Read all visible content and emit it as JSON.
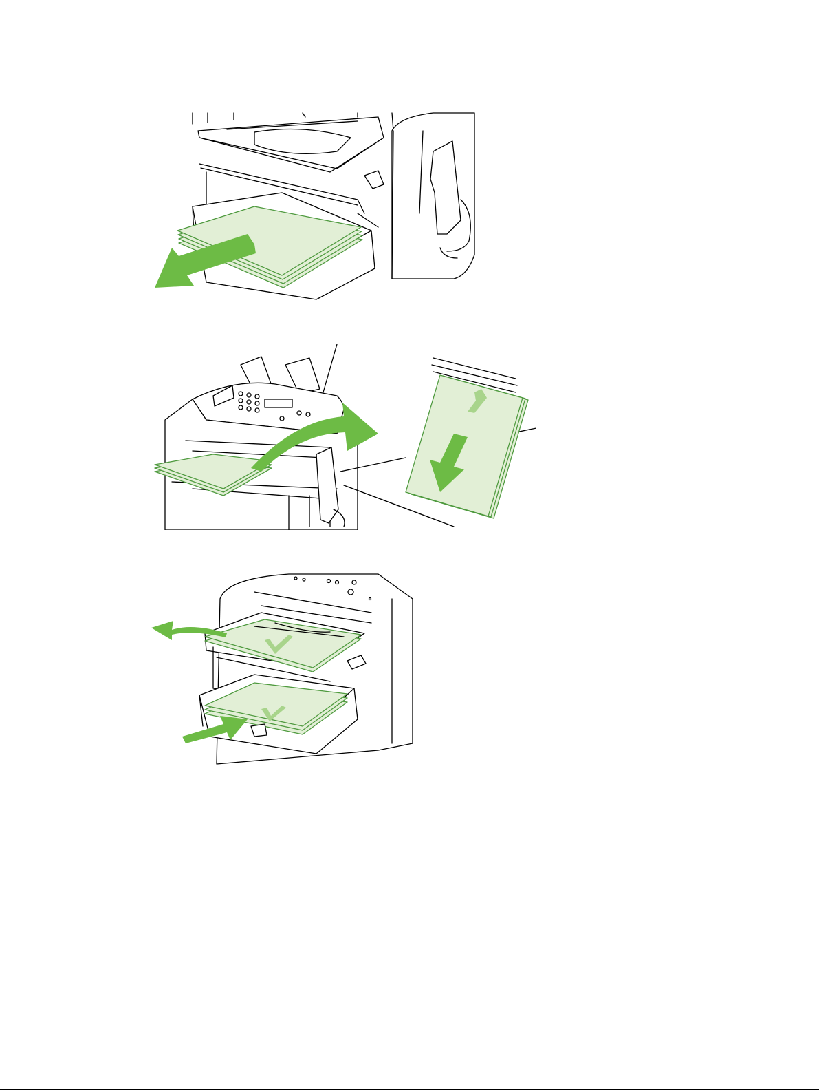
{
  "figures": [
    {
      "id": "remove-printed-stack"
    },
    {
      "id": "rotate-and-reload-stack"
    },
    {
      "id": "load-stack-in-input-tray"
    }
  ],
  "colors": {
    "paper_fill": "#e2efd6",
    "paper_edge": "#4f9a3f",
    "arrow": "#6dbb45",
    "arrow_light": "#a8d48b",
    "line": "#000000"
  },
  "icons": [
    "printer-illustration",
    "paper-stack",
    "direction-arrow",
    "telephone-handset"
  ]
}
